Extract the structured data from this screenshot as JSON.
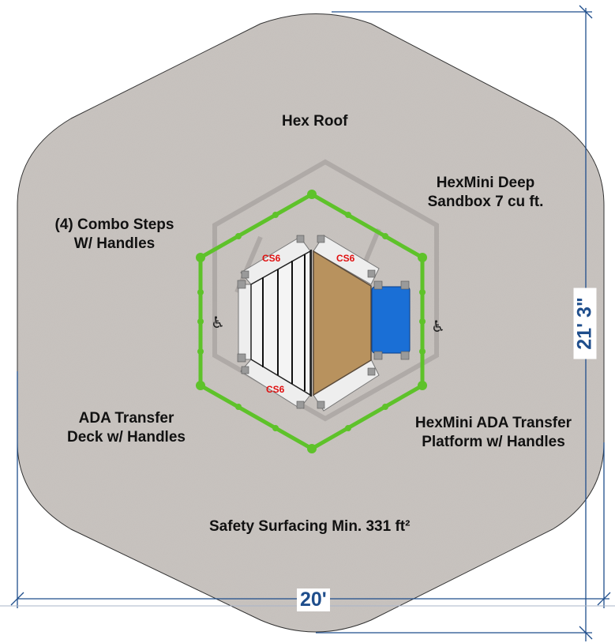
{
  "labels": {
    "hex_roof": "Hex Roof",
    "sandbox_line1": "HexMini Deep",
    "sandbox_line2": "Sandbox 7 cu ft.",
    "steps_line1": "(4) Combo Steps",
    "steps_line2": "W/ Handles",
    "deck_line1": "ADA Transfer",
    "deck_line2": "Deck w/ Handles",
    "platform_line1": "HexMini ADA Transfer",
    "platform_line2": "Platform w/ Handles",
    "surfacing": "Safety Surfacing Min. 331 ft²"
  },
  "component_tags": [
    "CS6",
    "CS6",
    "CS6"
  ],
  "ada_symbol": "♿",
  "dimensions": {
    "width": "20'",
    "height": "21' 3\""
  },
  "colors": {
    "surfacing": "#c9c4c0",
    "border": "#5ec22a",
    "sand": "#b8925e",
    "platform": "#1a6fd6",
    "dimension": "#1f4e8c"
  }
}
